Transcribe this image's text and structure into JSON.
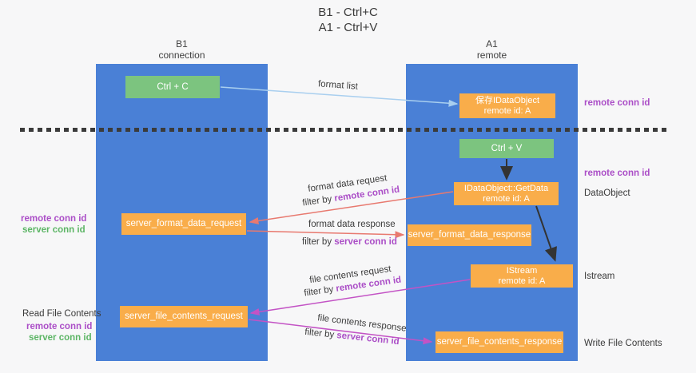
{
  "title": {
    "line1": "B1 - Ctrl+C",
    "line2": "A1 - Ctrl+V"
  },
  "columns": {
    "left": {
      "name": "B1",
      "role": "connection"
    },
    "right": {
      "name": "A1",
      "role": "remote"
    }
  },
  "boxes": {
    "ctrl_c": "Ctrl + C",
    "ctrl_v": "Ctrl + V",
    "save_idataobject": {
      "line1": "保存IDataObject",
      "line2": "remote id: A"
    },
    "getdata": {
      "line1": "IDataObject::GetData",
      "line2": "remote id: A"
    },
    "format_request": "server_format_data_request",
    "format_response": "server_format_data_response",
    "istream": {
      "line1": "IStream",
      "line2": "remote id: A"
    },
    "file_request": "server_file_contents_request",
    "file_response": "server_file_contents_response"
  },
  "flow_labels": {
    "format_list": "format list",
    "format_request_l1": "format data request",
    "format_request_l2a": "filter by ",
    "format_request_l2b": "remote conn id",
    "format_response_l1": "format data response",
    "format_response_l2a": "filter by ",
    "format_response_l2b": "server conn id",
    "file_request_l1": "file contents request",
    "file_request_l2a": "filter by ",
    "file_request_l2b": "remote conn id",
    "file_response_l1": "file contents response",
    "file_response_l2a": "filter by ",
    "file_response_l2b": "server conn id"
  },
  "margin_labels": {
    "left_top_remote": "remote conn id",
    "left_top_server": "server conn id",
    "read_file_contents": "Read File Contents",
    "left_bottom_remote": "remote conn id",
    "left_bottom_server": "server conn id",
    "right_remote_1": "remote conn id",
    "right_remote_2": "remote conn id",
    "dataobject": "DataObject",
    "istream": "Istream",
    "write_file_contents": "Write File Contents"
  },
  "colors": {
    "column_blue": "#4a80d6",
    "box_green": "#7cc47f",
    "box_orange": "#f9ad4a",
    "arrow_red": "#e8796f",
    "arrow_magenta": "#c353c5",
    "arrow_lightblue": "#a9cfef",
    "arrow_black": "#333333",
    "label_purple": "#ab4ec7",
    "label_green": "#5cb565"
  }
}
